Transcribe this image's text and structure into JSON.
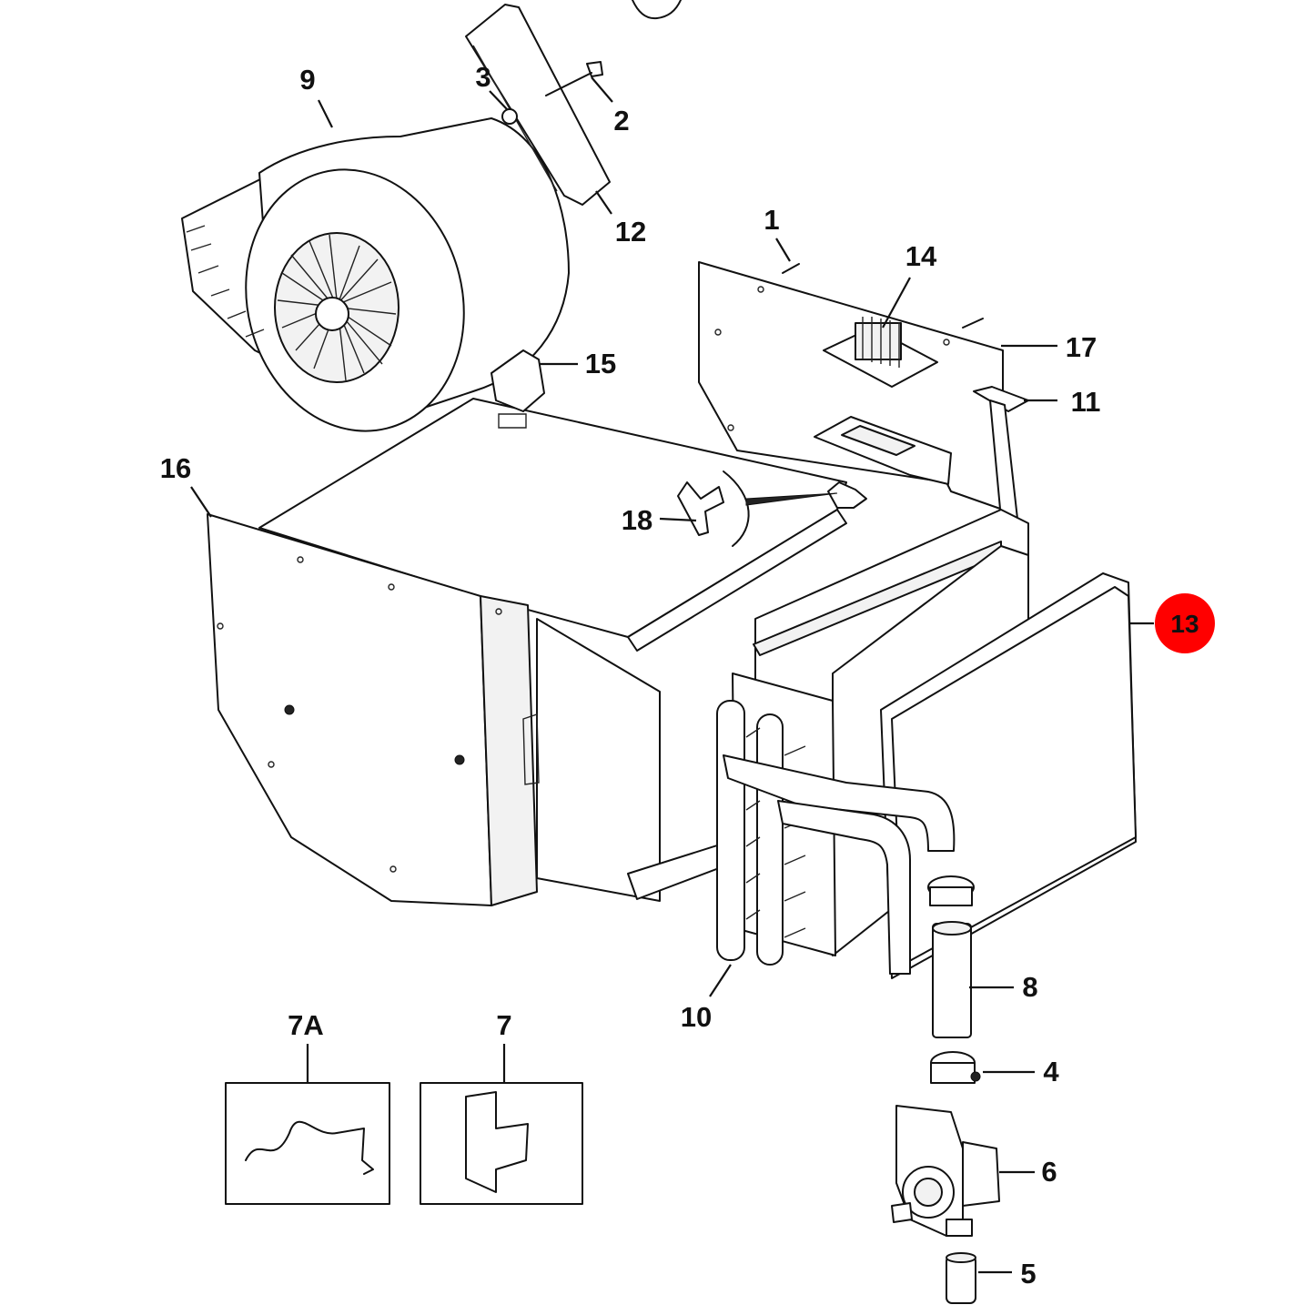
{
  "highlight_color": "#ff0000",
  "callouts": {
    "c1": "1",
    "c2": "2",
    "c3": "3",
    "c4": "4",
    "c5": "5",
    "c6": "6",
    "c7": "7",
    "c7a": "7A",
    "c8": "8",
    "c9": "9",
    "c10": "10",
    "c11": "11",
    "c12": "12",
    "c13": "13",
    "c14": "14",
    "c15": "15",
    "c16": "16",
    "c17": "17",
    "c18": "18"
  }
}
